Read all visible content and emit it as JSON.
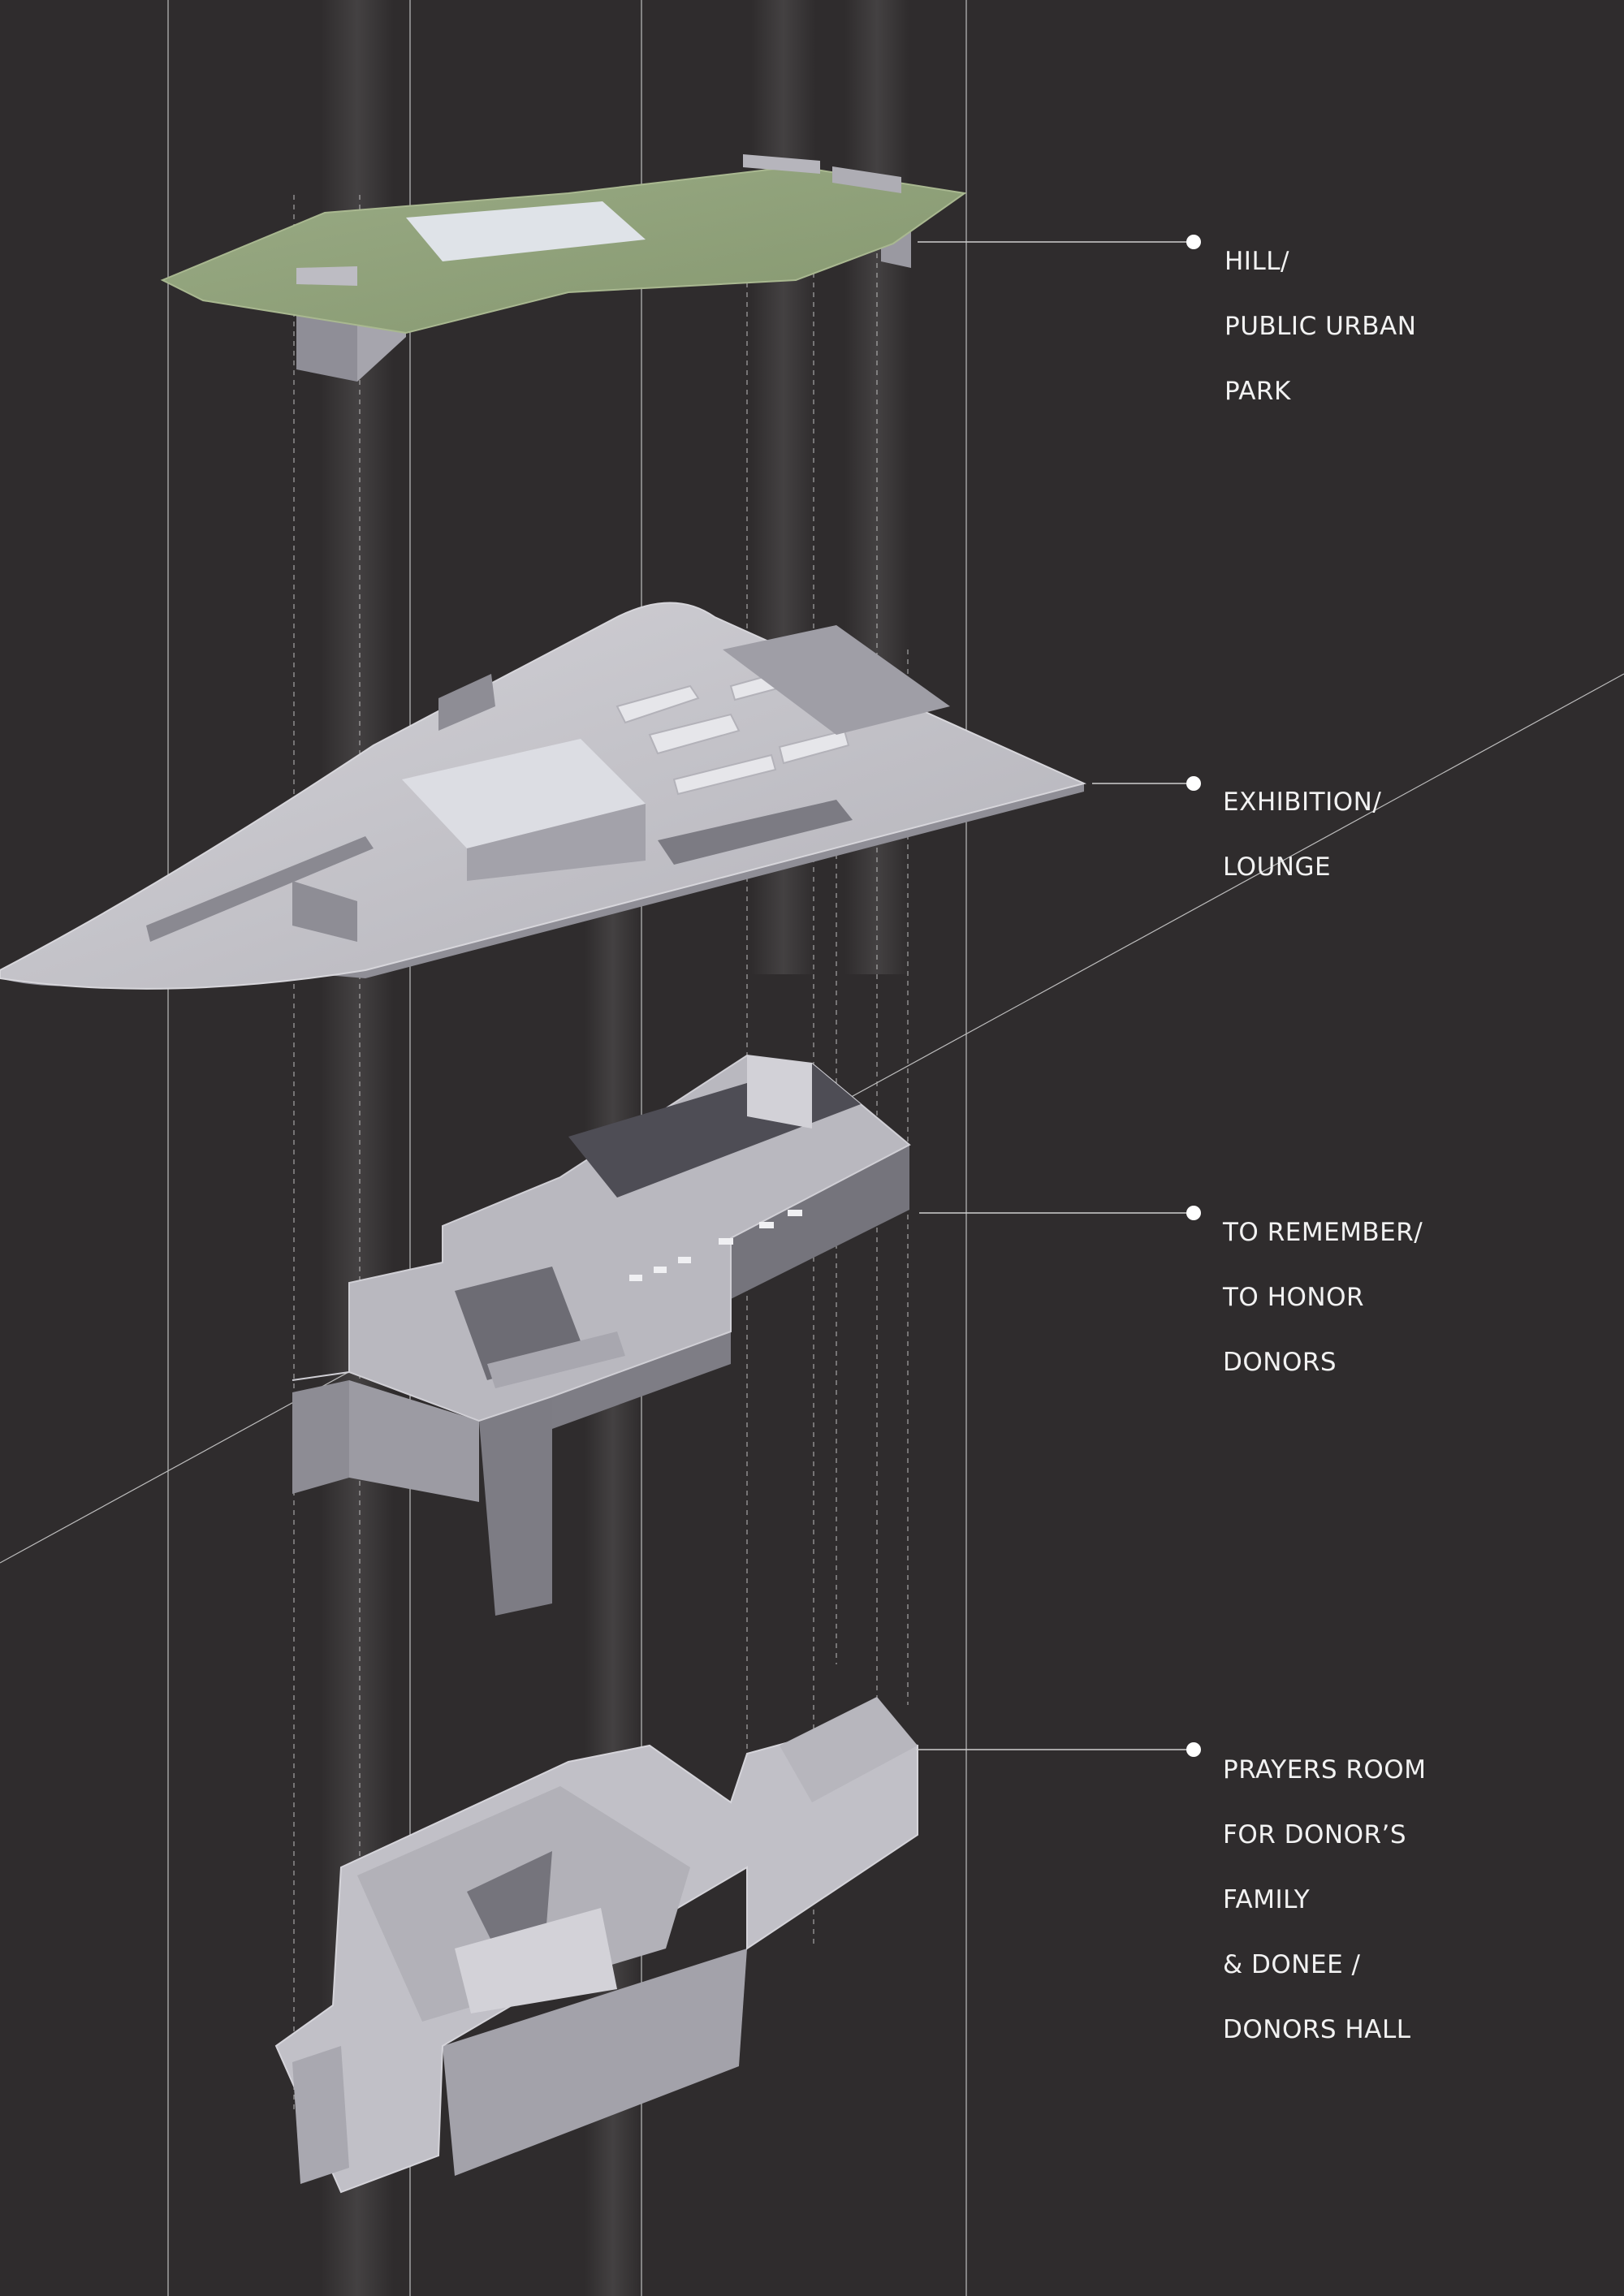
{
  "colors": {
    "background": "#2f2c2d",
    "park_green": "#8e9f79",
    "slab_light": "#c6c5cb",
    "slab_mid": "#a9a8b0",
    "wall_dark": "#6d6c74",
    "leader": "#cfcfcf",
    "text": "#f2f2f2"
  },
  "layers": [
    {
      "id": "hill",
      "label_lines": [
        "HILL/",
        "PUBLIC URBAN",
        "PARK"
      ]
    },
    {
      "id": "exhibition",
      "label_lines": [
        "EXHIBITION/",
        "LOUNGE"
      ]
    },
    {
      "id": "remember",
      "label_lines": [
        "TO REMEMBER/",
        "TO HONOR",
        "DONORS"
      ]
    },
    {
      "id": "prayers",
      "label_lines": [
        "PRAYERS ROOM",
        "FOR DONOR’S",
        "FAMILY",
        "& DONEE /",
        "DONORS HALL"
      ]
    }
  ]
}
